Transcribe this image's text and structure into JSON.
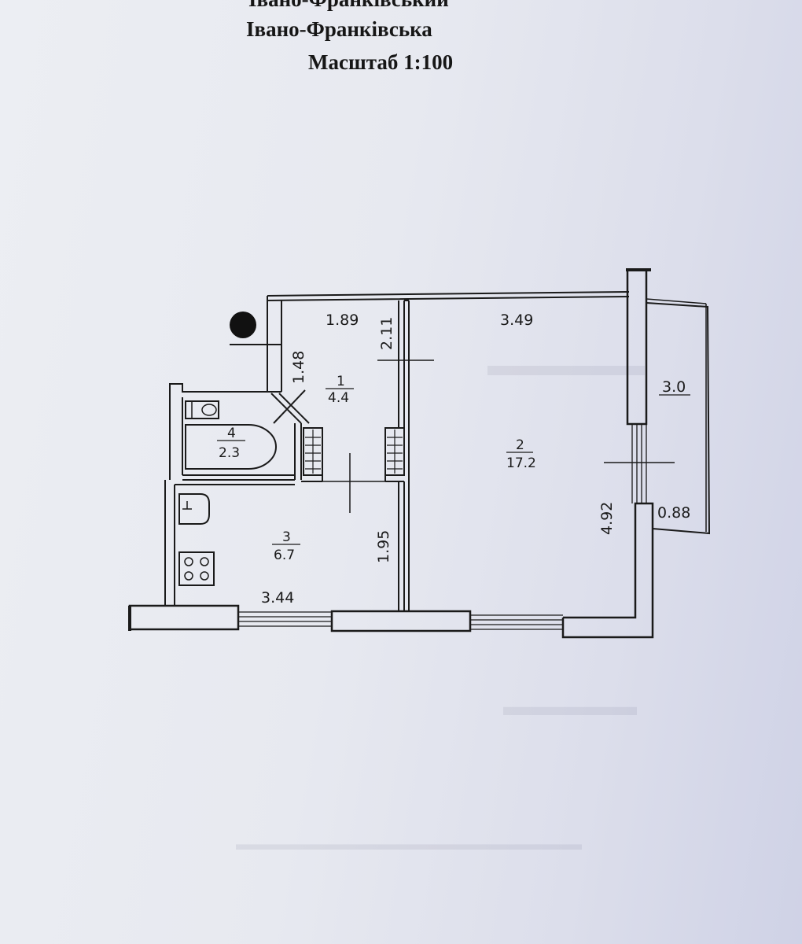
{
  "header": {
    "line1": "Івано-Франківський",
    "line2": "Івано-Франківська",
    "scale": "Масштаб 1:100"
  },
  "dimensions": {
    "corridor_width": "1.89",
    "corridor_length": "2.11",
    "corridor_side": "1.48",
    "living_width": "3.49",
    "living_length": "4.92",
    "kitchen_width": "3.44",
    "kitchen_length": "1.95",
    "balcony_length": "0.88"
  },
  "rooms": [
    {
      "number": "1",
      "area": "4.4"
    },
    {
      "number": "2",
      "area": "17.2"
    },
    {
      "number": "3",
      "area": "6.7"
    },
    {
      "number": "4",
      "area": "2.3"
    }
  ],
  "balcony": {
    "area": "3.0"
  }
}
